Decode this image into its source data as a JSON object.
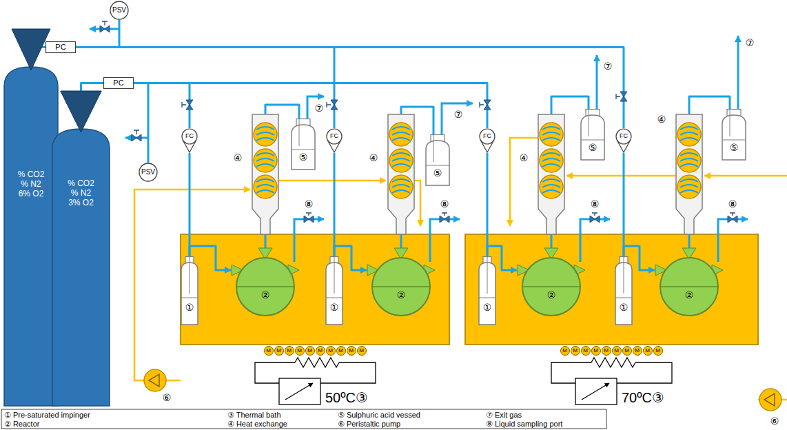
{
  "diagram": {
    "nodes": [
      {
        "text": [
          "PSV"
        ]
      },
      {
        "text": [
          "PC"
        ]
      },
      {
        "text": [
          "PC"
        ]
      },
      {
        "text": [
          "% CO2 % N2 6% O2"
        ]
      },
      {
        "text": [
          "% CO2 % N2 3% O2"
        ]
      },
      {
        "text": [
          "PSV"
        ]
      },
      {
        "text": [
          "FC"
        ]
      },
      {
        "text": [
          "④"
        ]
      },
      {
        "text": [
          "⑤"
        ]
      },
      {
        "text": [
          "FC"
        ]
      },
      {
        "text": [
          "④"
        ]
      },
      {
        "text": [
          "⑤"
        ]
      },
      {
        "text": [
          "FC"
        ]
      },
      {
        "text": [
          "④"
        ]
      },
      {
        "text": [
          "⑤"
        ]
      },
      {
        "text": [
          "FC"
        ]
      },
      {
        "text": [
          "④"
        ]
      },
      {
        "text": [
          "⑤"
        ]
      },
      {
        "text": [
          "①"
        ]
      },
      {
        "text": [
          "②"
        ]
      },
      {
        "text": [
          "①"
        ]
      },
      {
        "text": [
          "②"
        ]
      },
      {
        "text": [
          "①"
        ]
      },
      {
        "text": [
          "②"
        ]
      },
      {
        "text": [
          "①"
        ]
      },
      {
        "text": [
          "②"
        ]
      }
    ],
    "edges": [
      {
        "from": 3,
        "to": 1,
        "arrow": "none"
      },
      {
        "from": 4,
        "to": 2,
        "arrow": "none"
      },
      {
        "from": 1,
        "to": 0,
        "arrow": "none"
      },
      {
        "from": 2,
        "to": 5,
        "arrow": "none"
      },
      {
        "from": 2,
        "to": 6,
        "arrow": "none"
      },
      {
        "from": 1,
        "to": 9,
        "arrow": "none"
      },
      {
        "from": 2,
        "to": 12,
        "arrow": "none"
      },
      {
        "from": 1,
        "to": 15,
        "arrow": "none"
      },
      {
        "from": 6,
        "to": 18,
        "arrow": "none"
      },
      {
        "from": 9,
        "to": 20,
        "arrow": "none"
      },
      {
        "from": 12,
        "to": 22,
        "arrow": "none"
      },
      {
        "from": 15,
        "to": 24,
        "arrow": "none"
      },
      {
        "from": 18,
        "to": 19,
        "arrow": "to"
      },
      {
        "from": 20,
        "to": 21,
        "arrow": "to"
      },
      {
        "from": 22,
        "to": 23,
        "arrow": "to"
      },
      {
        "from": 24,
        "to": 25,
        "arrow": "to"
      },
      {
        "from": 7,
        "to": 19,
        "arrow": "none"
      },
      {
        "from": 10,
        "to": 21,
        "arrow": "none"
      },
      {
        "from": 13,
        "to": 23,
        "arrow": "none"
      },
      {
        "from": 16,
        "to": 25,
        "arrow": "none"
      },
      {
        "from": 7,
        "to": 8,
        "arrow": "none"
      },
      {
        "from": 10,
        "to": 11,
        "arrow": "none"
      },
      {
        "from": 13,
        "to": 14,
        "arrow": "none"
      },
      {
        "from": 16,
        "to": 17,
        "arrow": "none"
      }
    ],
    "labels": [
      "⑦",
      "⑦",
      "⑦",
      "⑦",
      "⑧",
      "⑧",
      "⑧",
      "⑧",
      "M",
      "M",
      "M",
      "M",
      "M",
      "M",
      "M",
      "M",
      "M",
      "M",
      "M",
      "M",
      "M",
      "M",
      "M",
      "M",
      "M",
      "M",
      "M",
      "M",
      "⑥",
      "50ºC③",
      "70ºC③",
      "⑥",
      "① Pre-saturated impinger",
      "③ Thermal bath",
      "⑤ Sulphuric acid vessed",
      "⑦ Exit gas",
      "② Reactor",
      "④ Heat exchange",
      "⑥ Peristaltic pump",
      "⑧ Liquid sampling port"
    ]
  }
}
